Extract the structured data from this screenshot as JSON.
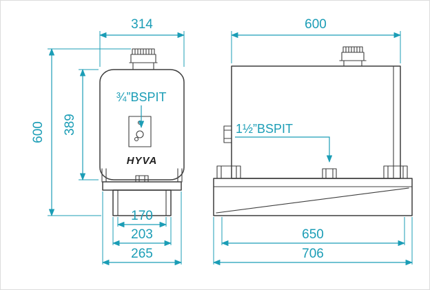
{
  "drawing": {
    "brand": "HYVA",
    "colors": {
      "dimension": "#1b9db6",
      "outline": "#3d3d3d"
    },
    "front_view": {
      "width_mm": "314",
      "overall_height_mm": "600",
      "body_height_mm": "389",
      "channel_width_mm": "170",
      "bracket_width_mm": "203",
      "flange_width_mm": "265",
      "top_port_label": "¾”BSPIT"
    },
    "side_view": {
      "length_mm": "600",
      "inner_length_mm": "650",
      "overall_length_mm": "706",
      "side_port_label": "1½”BSPIT"
    }
  }
}
